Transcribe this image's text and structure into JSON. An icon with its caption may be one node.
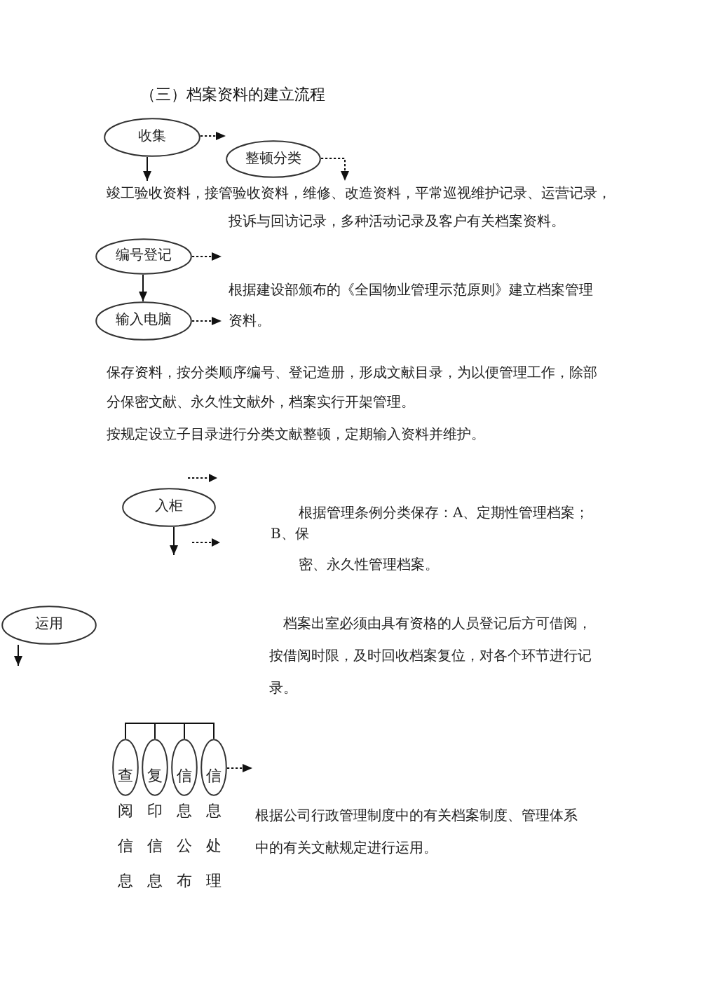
{
  "diagram": {
    "title": "（三）档案资料的建立流程",
    "nodes": [
      {
        "text": [
          "收集"
        ]
      },
      {
        "text": [
          "整顿分类"
        ]
      },
      {
        "text": [
          "竣工验收资料，接管验收资料，维修、改造资料，平常巡视维护记录、运营记录，投诉与回访记录，多种活动记录及客户有关档案资料。"
        ]
      },
      {
        "text": [
          "编号登记"
        ]
      },
      {
        "text": [
          "输入电脑"
        ]
      },
      {
        "text": [
          "根据建设部颁布的《全国物业管理示范原则》建立档案管理资料。"
        ]
      },
      {
        "text": [
          "入柜"
        ]
      },
      {
        "text": [
          "运用"
        ]
      },
      {
        "text": [
          "查阅信息"
        ]
      },
      {
        "text": [
          "复印信息"
        ]
      },
      {
        "text": [
          "信息公布"
        ]
      },
      {
        "text": [
          "信息处理"
        ]
      }
    ],
    "edges": [
      {
        "from": 0,
        "to": 1,
        "arrow": "to",
        "style": "dashed"
      },
      {
        "from": 0,
        "to": 2,
        "arrow": "to"
      },
      {
        "from": 1,
        "to": 2,
        "arrow": "to",
        "style": "dashed"
      },
      {
        "from": 3,
        "to": 5,
        "arrow": "to",
        "style": "dashed"
      },
      {
        "from": 3,
        "to": 4,
        "arrow": "to"
      },
      {
        "from": 4,
        "to": 5,
        "arrow": "to",
        "style": "dashed"
      },
      {
        "from": 6,
        "to": null,
        "arrow": "to"
      },
      {
        "from": 7,
        "to": null,
        "arrow": "to"
      },
      {
        "from": 8,
        "to": 9,
        "arrow": "none"
      },
      {
        "from": 9,
        "to": 10,
        "arrow": "none"
      },
      {
        "from": 10,
        "to": 11,
        "arrow": "none"
      },
      {
        "from": 11,
        "to": null,
        "arrow": "to",
        "style": "dashed"
      }
    ],
    "labels": [
      "保存资料，按分类顺序编号、登记造册，形成文献目录，为以便管理工作，除部分保密文献、永久性文献外，档案实行开架管理。",
      "按规定设立子目录进行分类文献整顿，定期输入资料并维护。",
      "根据管理条例分类保存：A、定期性管理档案；",
      "B、保",
      "密、永久性管理档案。",
      "档案出室必须由具有资格的人员登记后方可借阅，按借阅时限，及时回收档案复位，对各个环节进行记录。",
      "根据公司行政管理制度中的有关档案制度、管理体系中的有关文献规定进行运用。"
    ]
  }
}
